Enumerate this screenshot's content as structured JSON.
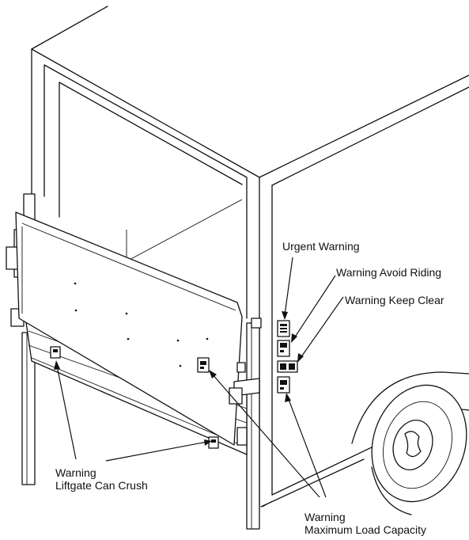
{
  "labels": {
    "urgent_warning": "Urgent Warning",
    "warning_avoid_riding": "Warning Avoid Riding",
    "warning_keep_clear": "Warning Keep Clear",
    "warning_crush_line1": "Warning",
    "warning_crush_line2": "Liftgate Can Crush",
    "warning_load_line1": "Warning",
    "warning_load_line2": "Maximum Load Capacity"
  },
  "colors": {
    "line": "#111111",
    "background": "#ffffff"
  }
}
